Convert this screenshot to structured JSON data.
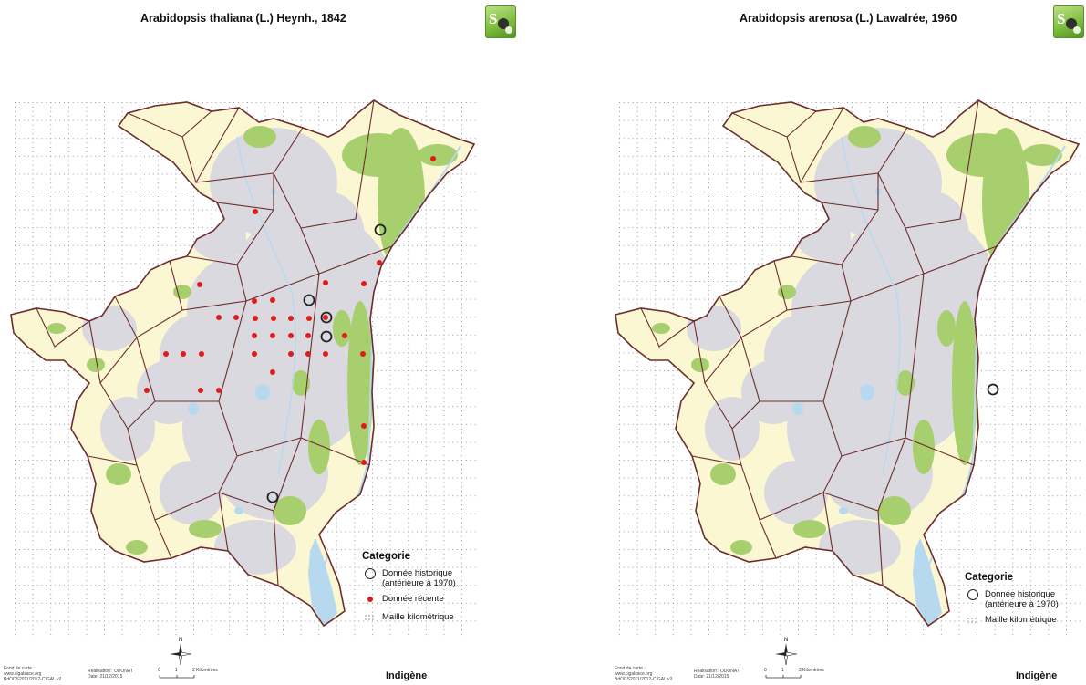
{
  "colors": {
    "commune_fill": "#fbf7d3",
    "urban_fill": "#d9d9df",
    "forest_fill": "#a8cf6e",
    "water_fill": "#b7d9ef",
    "border": "#6d2d2d",
    "recent_dot": "#e01b1b",
    "historic_ring": "#222222"
  },
  "logo": {
    "text": "S",
    "icon": "sibo-logo-icon"
  },
  "maps": [
    {
      "id": "left",
      "title": "Arabidopsis thaliana (L.) Heynh., 1842",
      "legend": {
        "title": "Categorie",
        "items": [
          {
            "kind": "historic",
            "label_l1": "Donnée historique",
            "label_l2": "(antérieure à 1970)"
          },
          {
            "kind": "recent",
            "label_l1": "Donnée récente",
            "label_l2": ""
          },
          {
            "kind": "grid",
            "label_l1": "Maille kilométrique",
            "label_l2": ""
          }
        ]
      },
      "status": "Indigène",
      "footer": {
        "col1": [
          "Fond de carte :",
          "www.cigalsace.org",
          "BdOCS2011/2012-CIGAL v2"
        ],
        "col2": [
          "Réalisation : ODONAT",
          "Date: 21/12/2015"
        ],
        "scale_labels": [
          "0",
          "1",
          "2 Kilomètres"
        ]
      }
    },
    {
      "id": "right",
      "title": "Arabidopsis arenosa (L.) Lawalrée, 1960",
      "legend": {
        "title": "Categorie",
        "items": [
          {
            "kind": "historic",
            "label_l1": "Donnée historique",
            "label_l2": "(antérieure à 1970)"
          },
          {
            "kind": "grid",
            "label_l1": "Maille kilométrique",
            "label_l2": ""
          }
        ]
      },
      "status": "Indigène",
      "footer": {
        "col1": [
          "Fond de carte :",
          "www.cigalsace.org",
          "BdOCS2011/2012-CIGAL v2"
        ],
        "col2": [
          "Réalisation : ODONAT",
          "Date: 21/12/2015"
        ],
        "scale_labels": [
          "0",
          "1",
          "2 Kilomètres"
        ]
      }
    }
  ],
  "compass_label": "N"
}
